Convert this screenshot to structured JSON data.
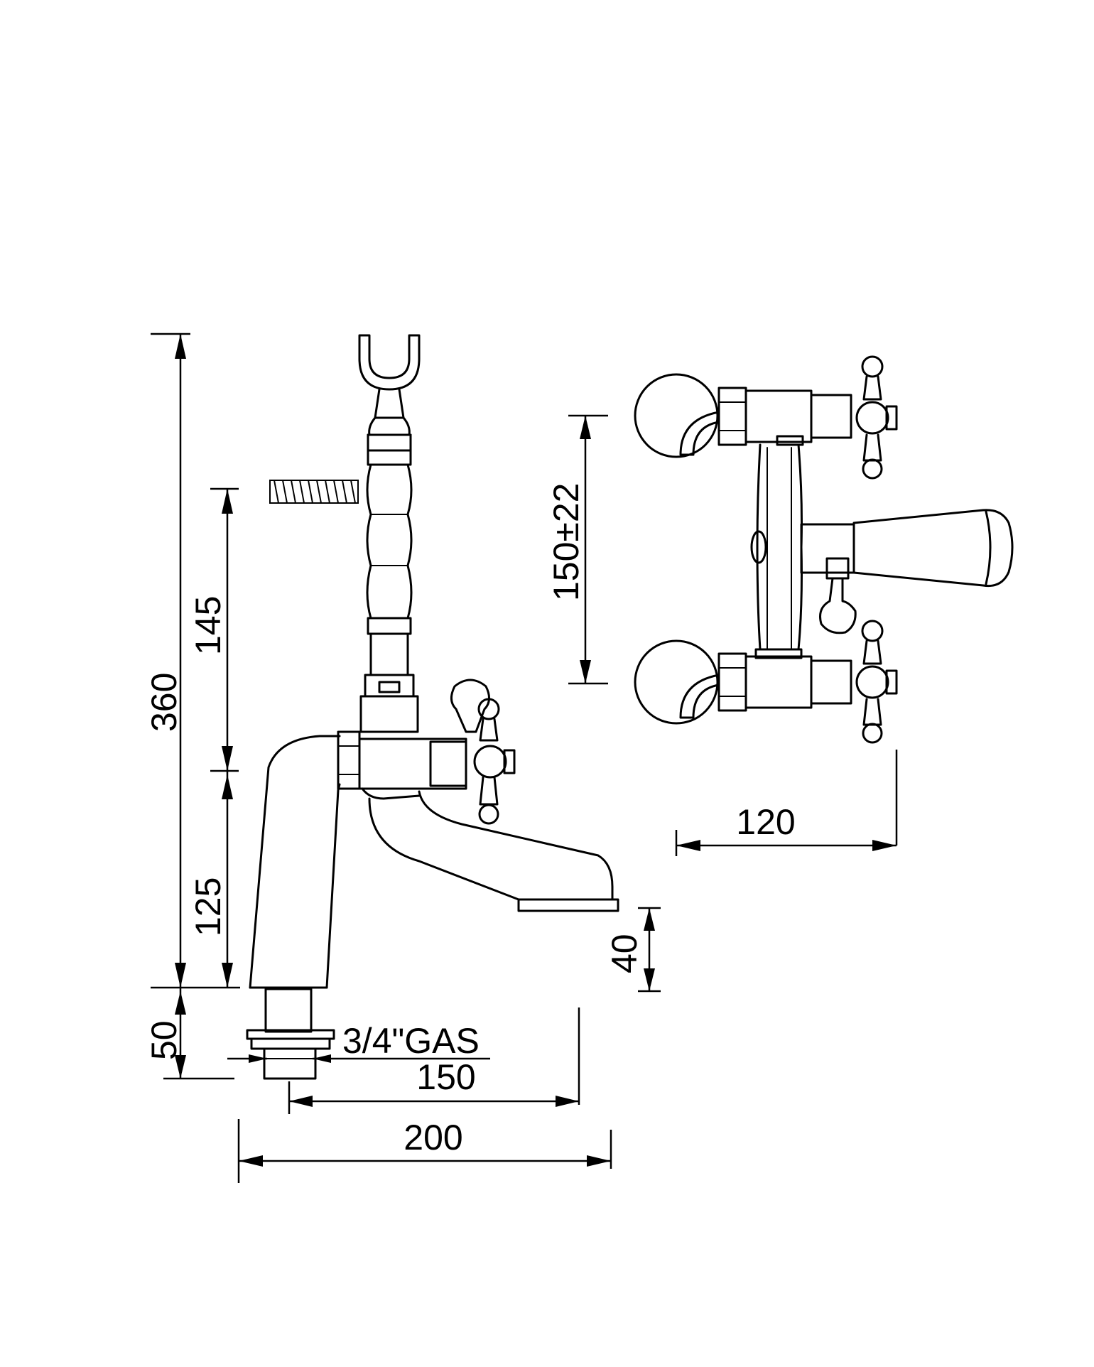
{
  "dimensions": {
    "total_height": "360",
    "upper_height": "145",
    "lower_height": "125",
    "base_height": "50",
    "spout_drop": "40",
    "center_distance": "150±22",
    "projection": "120",
    "spout_reach": "150",
    "overall_width": "200"
  },
  "callouts": {
    "thread": "3/4\"GAS"
  }
}
